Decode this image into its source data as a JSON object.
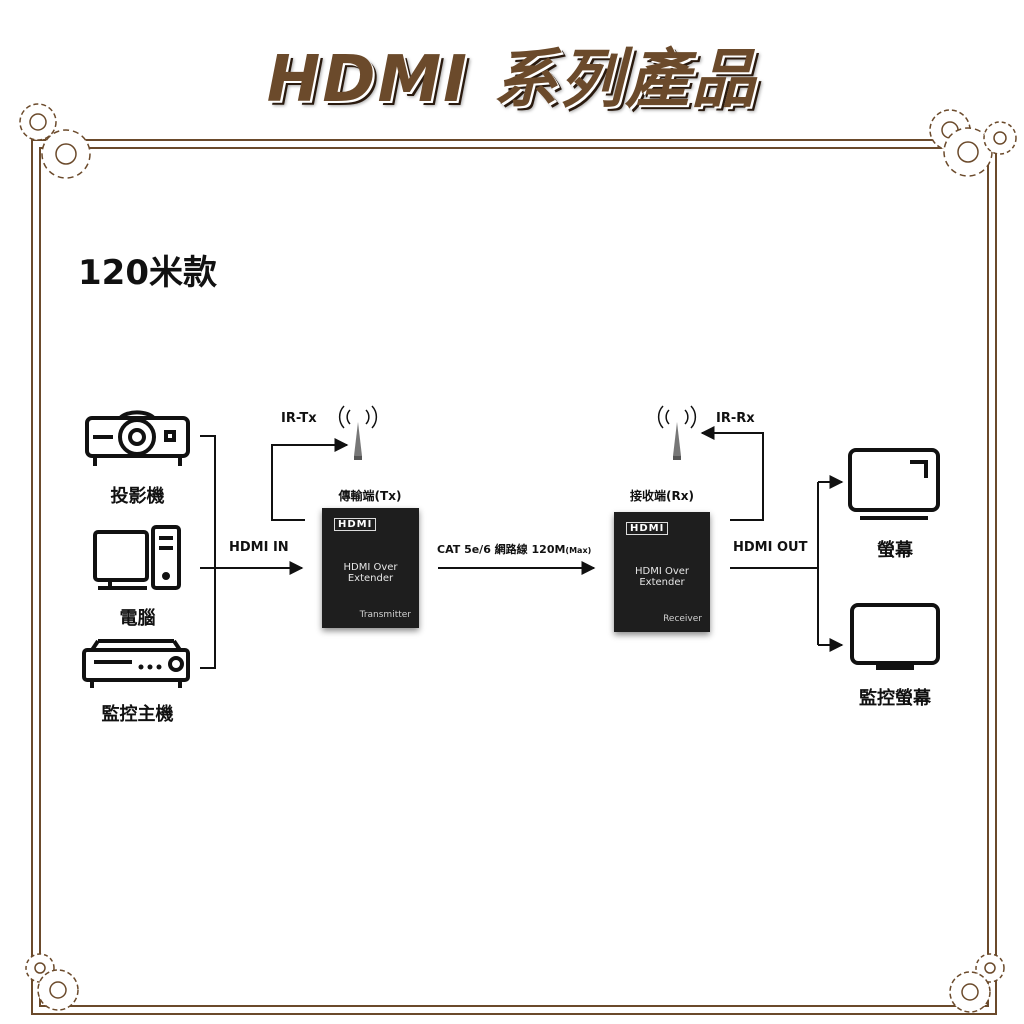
{
  "header": {
    "title": "HDMI 系列產品",
    "subtitle": "120米款"
  },
  "sources": [
    {
      "label": "投影機",
      "icon": "projector-icon"
    },
    {
      "label": "電腦",
      "icon": "computer-icon"
    },
    {
      "label": "監控主機",
      "icon": "dvr-icon"
    }
  ],
  "displays": [
    {
      "label": "螢幕",
      "icon": "monitor-icon"
    },
    {
      "label": "監控螢幕",
      "icon": "monitor-icon"
    }
  ],
  "transmitter": {
    "caption": "傳輸端(Tx)",
    "logo": "HDMI",
    "product_name": "HDMI Over Extender",
    "role": "Transmitter",
    "ir_label": "IR-Tx"
  },
  "receiver": {
    "caption": "接收端(Rx)",
    "logo": "HDMI",
    "product_name": "HDMI Over Extender",
    "role": "Receiver",
    "ir_label": "IR-Rx"
  },
  "links": {
    "hdmi_in": "HDMI IN",
    "hdmi_out": "HDMI OUT",
    "cable_main": "CAT 5e/6 網路線 120M",
    "cable_suffix": "(Max)"
  },
  "colors": {
    "frame": "#6b4a2b",
    "title": "#6b4a2b",
    "line": "#111111",
    "device": "#1e1e1e"
  }
}
